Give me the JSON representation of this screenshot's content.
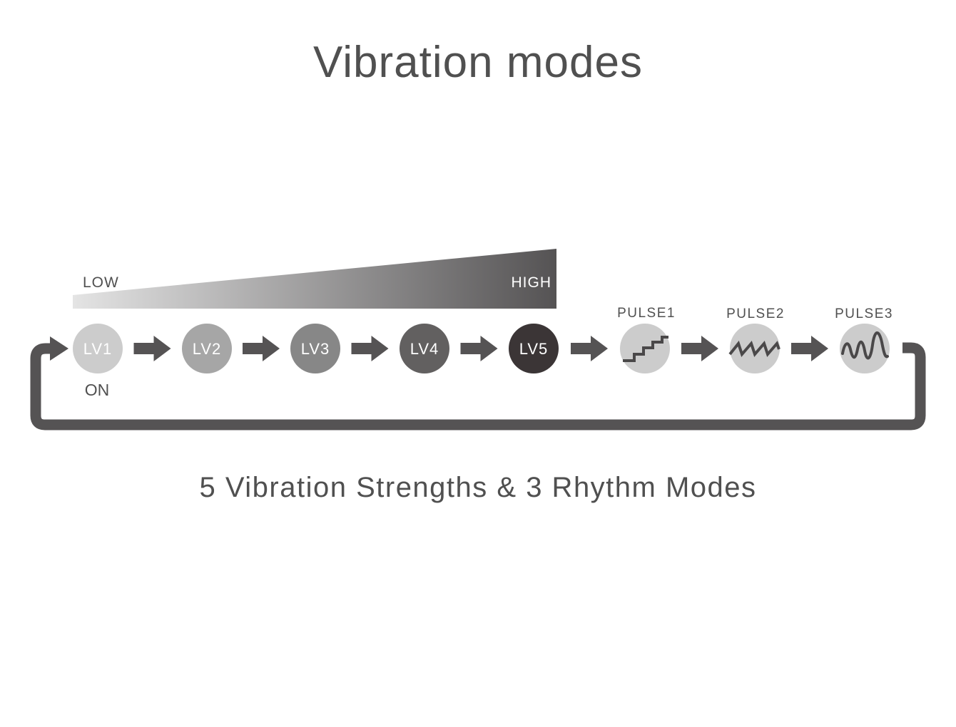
{
  "title": "Vibration modes",
  "subtitle": "5 Vibration Strengths & 3 Rhythm Modes",
  "intensity_scale": {
    "low_label": "LOW",
    "high_label": "HIGH"
  },
  "start_label": "ON",
  "levels": [
    {
      "label": "LV1",
      "color": "#cccccc"
    },
    {
      "label": "LV2",
      "color": "#a6a6a6"
    },
    {
      "label": "LV3",
      "color": "#878787"
    },
    {
      "label": "LV4",
      "color": "#626060"
    },
    {
      "label": "LV5",
      "color": "#3b3536"
    }
  ],
  "pulses": [
    {
      "label": "PULSE1",
      "icon": "staircase-wave-icon"
    },
    {
      "label": "PULSE2",
      "icon": "sawtooth-wave-icon"
    },
    {
      "label": "PULSE3",
      "icon": "irregular-wave-icon"
    }
  ],
  "colors": {
    "text": "#505050",
    "arrow": "#555354",
    "pulse_circle": "#cccccc",
    "wave": "#4a4849"
  }
}
